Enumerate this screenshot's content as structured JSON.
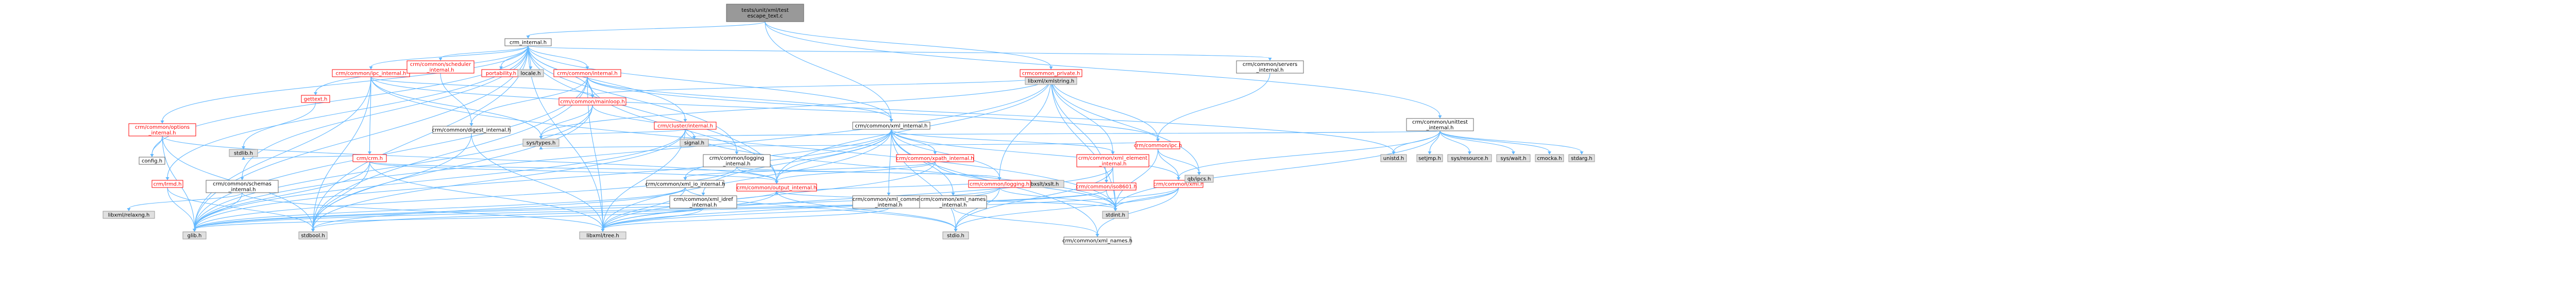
{
  "diagram": {
    "kind": "include-dependency-graph",
    "colors": {
      "root_fill": "#999999",
      "edge": "#63B8FF",
      "truncated_text": "#ff0000",
      "external_fill": "#e0e0e0"
    },
    "nodes": [
      {
        "id": "root",
        "label": "tests/unit/xml/test_escape_text.c",
        "lines": [
          "tests/unit/xml/test",
          "escape_text.c"
        ],
        "style": "root"
      },
      {
        "id": "crm_internal",
        "label": "crm_internal.h",
        "style": "black"
      },
      {
        "id": "crmcommon_private",
        "label": "crmcommon_private.h",
        "style": "red"
      },
      {
        "id": "xml_internal",
        "label": "crm/common/xml_internal.h",
        "style": "black"
      },
      {
        "id": "servers_internal",
        "label": "crm/common/servers_internal.h",
        "lines": [
          "crm/common/servers",
          "_internal.h"
        ],
        "style": "black"
      },
      {
        "id": "unittest_internal",
        "label": "crm/common/unittest_internal.h",
        "lines": [
          "crm/common/unittest",
          "_internal.h"
        ],
        "style": "black"
      },
      {
        "id": "ipc_internal",
        "label": "crm/common/ipc_internal.h",
        "style": "red"
      },
      {
        "id": "scheduler_internal",
        "label": "crm/common/scheduler_internal.h",
        "lines": [
          "crm/common/scheduler",
          "_internal.h"
        ],
        "style": "red"
      },
      {
        "id": "portability",
        "label": "portability.h",
        "style": "red"
      },
      {
        "id": "locale",
        "label": "locale.h",
        "style": "gray"
      },
      {
        "id": "common_internal",
        "label": "crm/common/internal.h",
        "style": "red"
      },
      {
        "id": "libxslt",
        "label": "libxslt/xslt.h",
        "style": "gray"
      },
      {
        "id": "gettext",
        "label": "gettext.h",
        "style": "red"
      },
      {
        "id": "digest_internal",
        "label": "crm/common/digest_internal.h",
        "style": "black"
      },
      {
        "id": "mainloop",
        "label": "crm/common/mainloop.h",
        "style": "red"
      },
      {
        "id": "cluster_internal",
        "label": "crm/cluster/internal.h",
        "style": "red"
      },
      {
        "id": "options_internal",
        "label": "crm/common/options_internal.h",
        "lines": [
          "crm/common/options",
          "_internal.h"
        ],
        "style": "red"
      },
      {
        "id": "crm",
        "label": "crm/crm.h",
        "style": "red"
      },
      {
        "id": "logging_internal",
        "label": "crm/common/logging_internal.h",
        "lines": [
          "crm/common/logging",
          "_internal.h"
        ],
        "style": "black"
      },
      {
        "id": "path_internal",
        "label": "crm/common/xpath_internal.h",
        "style": "red"
      },
      {
        "id": "xml_element_internal",
        "label": "crm/common/xml_element_internal.h",
        "lines": [
          "crm/common/xml_element",
          "_internal.h"
        ],
        "style": "red"
      },
      {
        "id": "ipc",
        "label": "crm/common/ipc.h",
        "style": "red"
      },
      {
        "id": "config",
        "label": "config.h",
        "style": "black"
      },
      {
        "id": "lmxl",
        "label": "crm/lrmd.h",
        "style": "red"
      },
      {
        "id": "schemas_internal",
        "label": "crm/common/schemas_internal.h",
        "lines": [
          "crm/common/schemas",
          "_internal.h"
        ],
        "style": "black"
      },
      {
        "id": "xml_io_internal",
        "label": "crm/common/xml_io_internal.h",
        "style": "black"
      },
      {
        "id": "xml_idref_internal",
        "label": "crm/common/xml_idref_internal.h",
        "lines": [
          "crm/common/xml_idref",
          "_internal.h"
        ],
        "style": "black"
      },
      {
        "id": "output_internal",
        "label": "crm/common/output_internal.h",
        "style": "red"
      },
      {
        "id": "xml_comment_internal",
        "label": "crm/common/xml_comment_internal.h",
        "lines": [
          "crm/common/xml_comment",
          "_internal.h"
        ],
        "style": "black"
      },
      {
        "id": "xml_names_internal",
        "label": "crm/common/xml_names_internal.h",
        "lines": [
          "crm/common/xml_names",
          "_internal.h"
        ],
        "style": "black"
      },
      {
        "id": "logging",
        "label": "crm/common/logging.h",
        "style": "red"
      },
      {
        "id": "iso8601",
        "label": "crm/common/iso8601.h",
        "style": "red"
      },
      {
        "id": "xml",
        "label": "crm/common/xml.h",
        "style": "red"
      },
      {
        "id": "xml_names",
        "label": "crm/common/xml_names.h",
        "style": "black"
      },
      {
        "id": "libxml_xmlstring",
        "label": "libxml/xmlstring.h",
        "style": "gray"
      },
      {
        "id": "sys_types",
        "label": "sys/types.h",
        "style": "gray"
      },
      {
        "id": "signal",
        "label": "signal.h",
        "style": "gray"
      },
      {
        "id": "unistd",
        "label": "unistd.h",
        "style": "gray"
      },
      {
        "id": "qbipc",
        "label": "qb/ipcs.h",
        "style": "gray"
      },
      {
        "id": "setjmp",
        "label": "setjmp.h",
        "style": "gray"
      },
      {
        "id": "sys_resource",
        "label": "sys/resource.h",
        "style": "gray"
      },
      {
        "id": "sys_wait",
        "label": "sys/wait.h",
        "style": "gray"
      },
      {
        "id": "cmocka",
        "label": "cmocka.h",
        "style": "gray"
      },
      {
        "id": "stdarg",
        "label": "stdarg.h",
        "style": "gray"
      },
      {
        "id": "stdlib",
        "label": "stdlib.h",
        "style": "gray"
      },
      {
        "id": "libxml_relaxng",
        "label": "libxml/relaxng.h",
        "style": "gray"
      },
      {
        "id": "glib",
        "label": "glib.h",
        "style": "gray"
      },
      {
        "id": "stdbool",
        "label": "stdbool.h",
        "style": "gray"
      },
      {
        "id": "libxml_tree",
        "label": "libxml/tree.h",
        "style": "gray"
      },
      {
        "id": "stdio",
        "label": "stdio.h",
        "style": "gray"
      },
      {
        "id": "stdint",
        "label": "stdint.h",
        "style": "gray"
      }
    ]
  }
}
